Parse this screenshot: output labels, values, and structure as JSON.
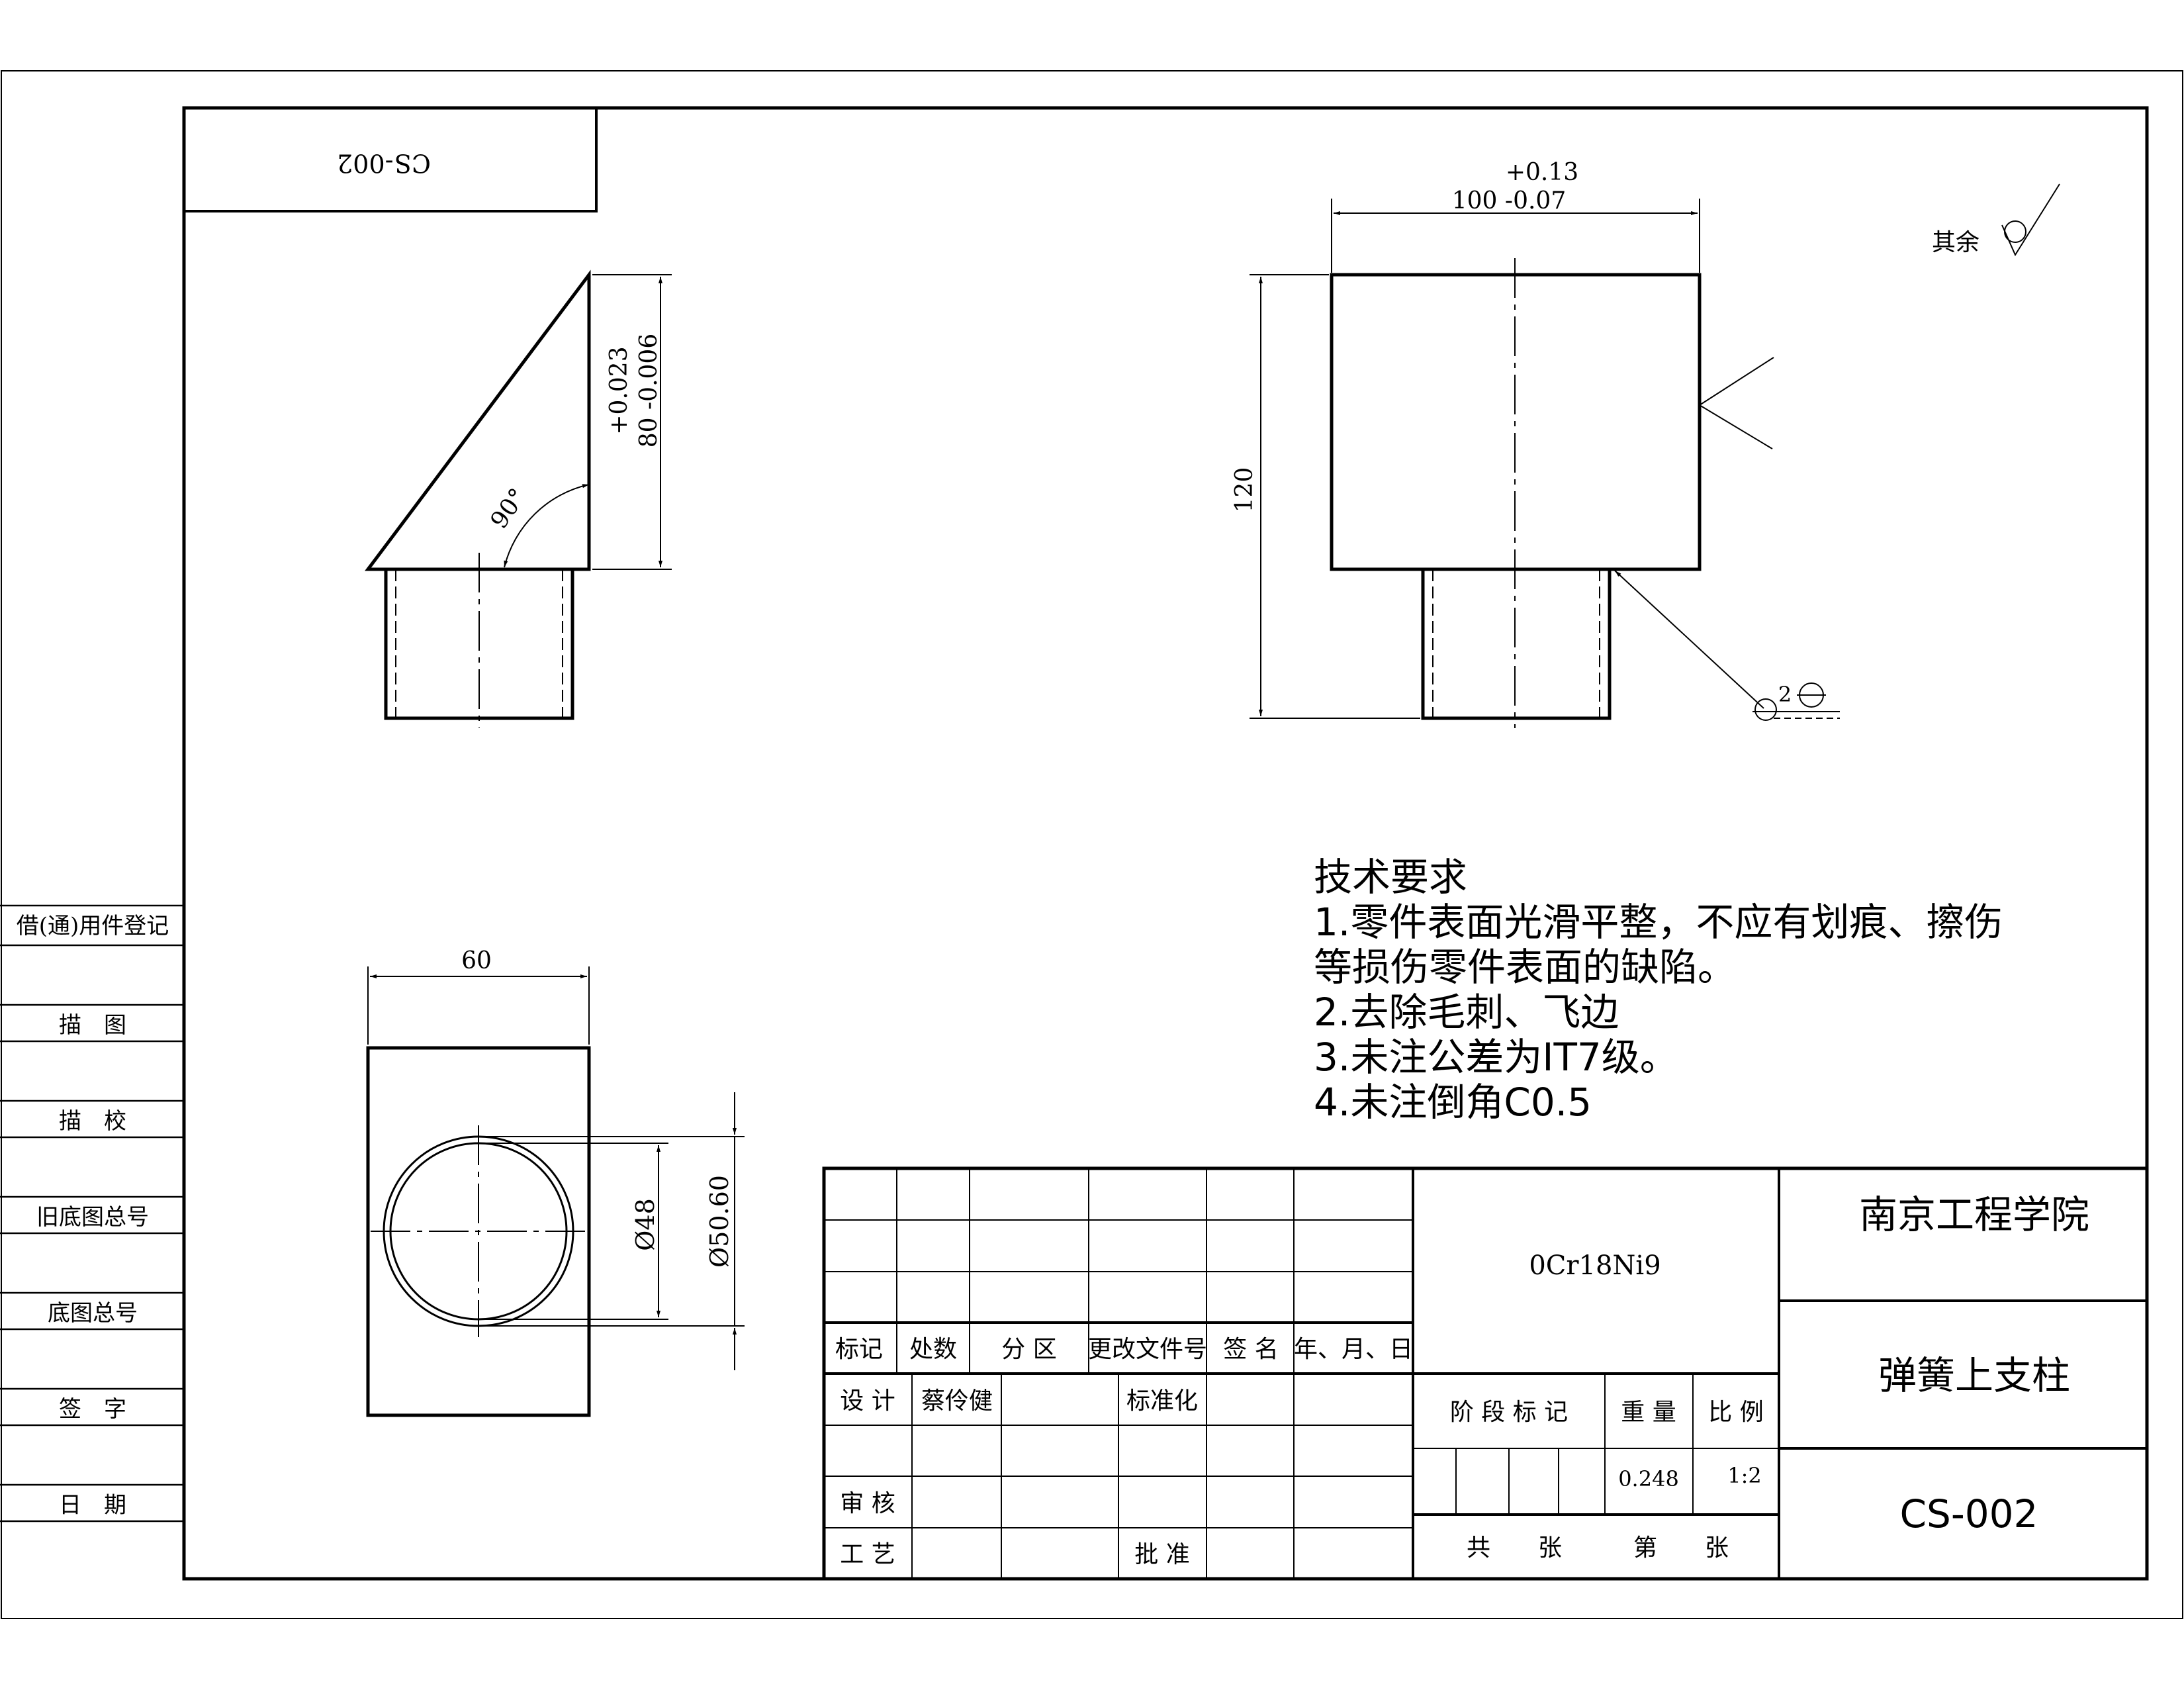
{
  "stamp": {
    "code_rotated": "CS-002"
  },
  "view_front": {
    "dim_tol_upper": "+0.023",
    "dim_basic": "80 -0.006",
    "angle": "90°"
  },
  "view_side": {
    "dim_tol_upper": "+0.13",
    "dim_basic": "100 -0.07",
    "dim_height": "120",
    "surface_note": "其余",
    "position_value": "2"
  },
  "view_top": {
    "dim_width": "60",
    "dim_inner_dia": "Ø48",
    "dim_outer_dia": "Ø50.60"
  },
  "tech_requirements": {
    "title": "技术要求",
    "items": [
      "1.零件表面光滑平整，不应有划痕、擦伤",
      "等损伤零件表面的缺陷。",
      "2.去除毛刺、飞边",
      "3.未注公差为IT7级。",
      "4.未注倒角C0.5"
    ]
  },
  "left_strip": {
    "labels": [
      "借(通)用件登记",
      "描　图",
      "描　校",
      "旧底图总号",
      "底图总号",
      "签　字",
      "日　期"
    ]
  },
  "title_block": {
    "material": "0Cr18Ni9",
    "school": "南京工程学院",
    "part_name": "弹簧上支柱",
    "drawing_no": "CS-002",
    "rev_headers": [
      "标记",
      "处数",
      "分 区",
      "更改文件号",
      "签 名",
      "年、月、日"
    ],
    "design_label": "设 计",
    "designer": "蔡伶健",
    "standardize_label": "标准化",
    "review_label": "审 核",
    "process_label": "工 艺",
    "approve_label": "批 准",
    "stage_label": "阶 段 标 记",
    "weight_label": "重 量",
    "scale_label": "比 例",
    "weight_value": "0.248",
    "scale_value": "1:2",
    "total_label": "共　　张",
    "sheet_label": "第　　张"
  }
}
